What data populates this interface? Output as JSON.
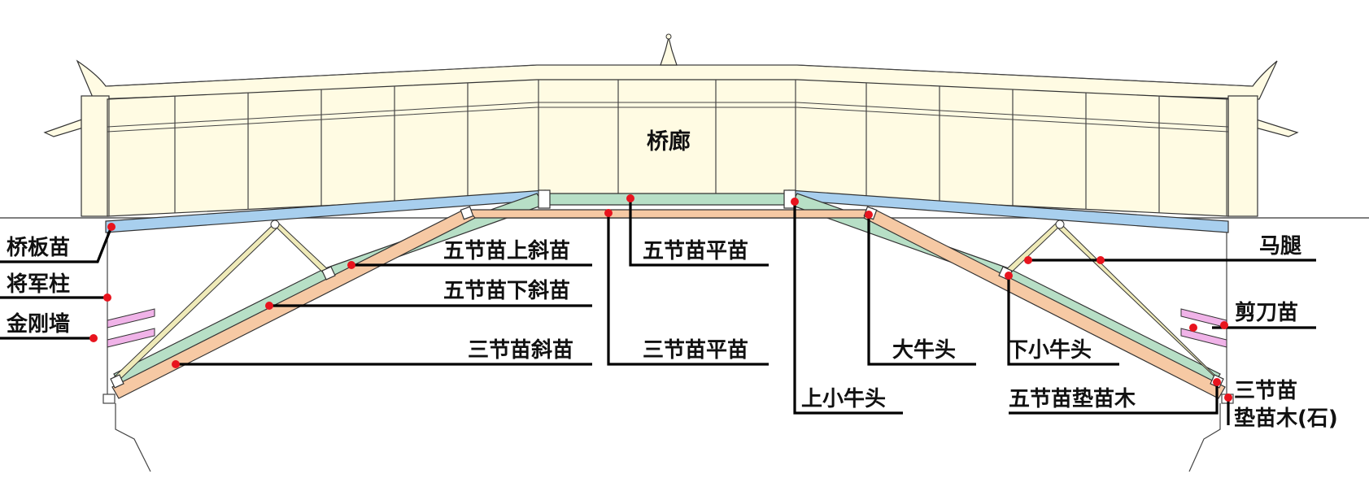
{
  "diagram": {
    "title": "桥廊",
    "labels": {
      "qiaobanmiao": "桥板苗",
      "jiangjunzhu": "将军柱",
      "jingangqiang": "金刚墙",
      "wujie_shangxie": "五节苗上斜苗",
      "wujie_xiaxie": "五节苗下斜苗",
      "sanjie_xie": "三节苗斜苗",
      "wujie_ping": "五节苗平苗",
      "sanjie_ping": "三节苗平苗",
      "shang_xiaoniutou": "上小牛头",
      "da_niutou": "大牛头",
      "xia_xiaoniutou": "下小牛头",
      "wujie_dianmiaomu": "五节苗垫苗木",
      "matui": "马腿",
      "jiandaomiao": "剪刀苗",
      "sanjie_dian_line1": "三节苗",
      "sanjie_dian_line2": "垫苗木(石)"
    },
    "colors": {
      "gallery_fill": "#fffbe3",
      "deck_blue": "#a8cfee",
      "five_span_green": "#b7dfc6",
      "three_span_orange": "#f6c9a4",
      "leg_yellow": "#efeab8",
      "scissor_pink": "#f0b3e8",
      "marker_red": "#e8141e",
      "leader_black": "#000000"
    }
  }
}
